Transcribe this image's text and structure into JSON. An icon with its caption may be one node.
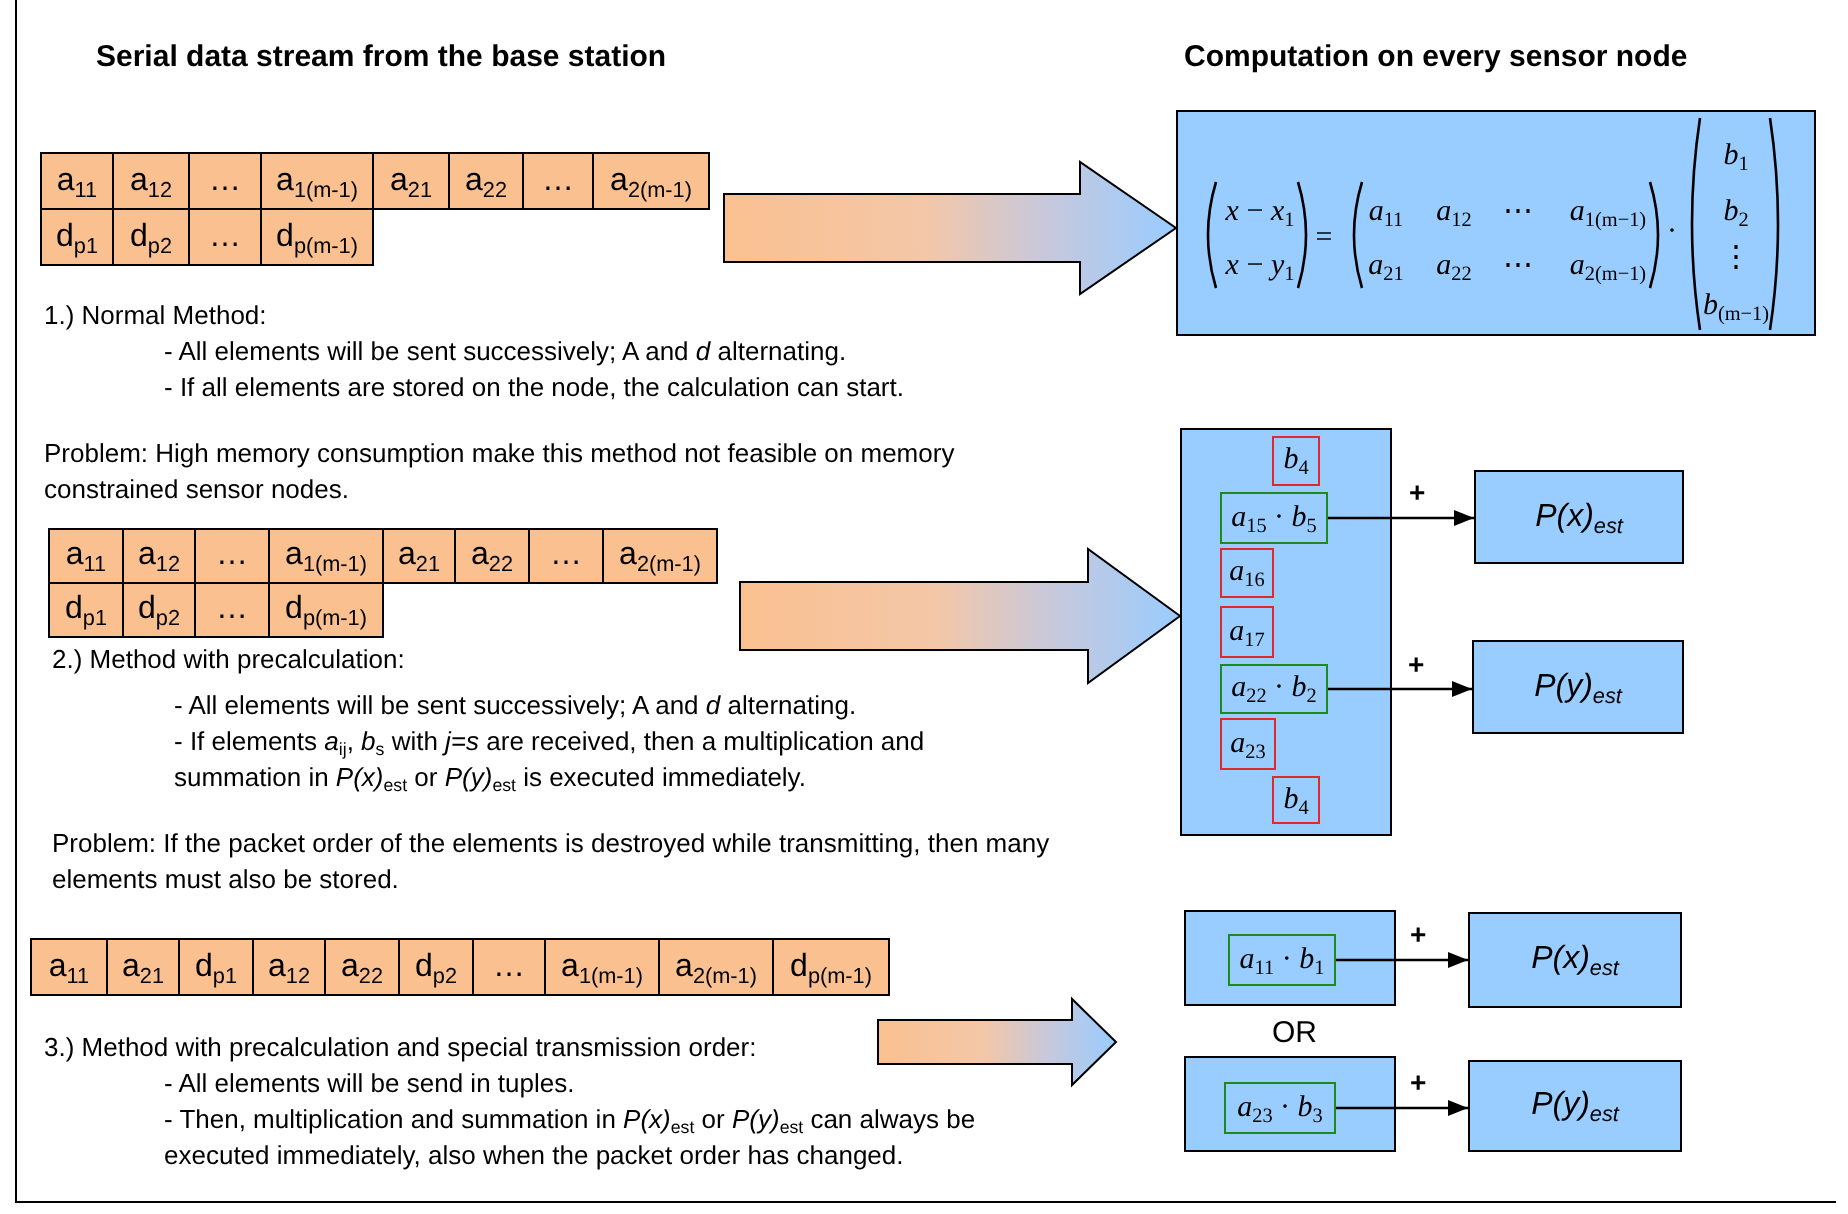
{
  "diagram": {
    "nodes": [
      {
        "text": [
          "a$_{11}$"
        ]
      },
      {
        "text": [
          "a$_{12}$"
        ]
      },
      {
        "text": [
          "…"
        ]
      },
      {
        "text": [
          "a$_{1(m-1)}$"
        ]
      },
      {
        "text": [
          "a$_{21}$"
        ]
      },
      {
        "text": [
          "a$_{22}$"
        ]
      },
      {
        "text": [
          "…"
        ]
      },
      {
        "text": [
          "a$_{2(m-1)}$"
        ]
      },
      {
        "text": [
          "d$_{p1}$"
        ]
      },
      {
        "text": [
          "d$_{p2}$"
        ]
      },
      {
        "text": [
          "…"
        ]
      },
      {
        "text": [
          "d$_{p(m-1)}$"
        ]
      },
      {
        "text": [
          "*x* − *x*$_{1}$",
          "*x* − *y*$_{1}$",
          "=",
          "*a*$_{11}$",
          "*a*$_{12}$",
          "⋯",
          "*a*$_{1(m−1)}$",
          "*a*$_{21}$",
          "*a*$_{22}$",
          "⋯",
          "*a*$_{2(m−1)}$",
          "·",
          "*b*$_{1}$",
          "*b*$_{2}$",
          "⋮",
          "*b*$_{(m−1)}$"
        ]
      },
      {
        "text": [
          "a$_{11}$"
        ]
      },
      {
        "text": [
          "a$_{12}$"
        ]
      },
      {
        "text": [
          "…"
        ]
      },
      {
        "text": [
          "a$_{1(m-1)}$"
        ]
      },
      {
        "text": [
          "a$_{21}$"
        ]
      },
      {
        "text": [
          "a$_{22}$"
        ]
      },
      {
        "text": [
          "…"
        ]
      },
      {
        "text": [
          "a$_{2(m-1)}$"
        ]
      },
      {
        "text": [
          "d$_{p1}$"
        ]
      },
      {
        "text": [
          "d$_{p2}$"
        ]
      },
      {
        "text": [
          "…"
        ]
      },
      {
        "text": [
          "d$_{p(m-1)}$"
        ]
      },
      {
        "text": [],
        "shape": "box"
      },
      {
        "text": [
          "*b*$_{4}$"
        ],
        "in": 25
      },
      {
        "text": [
          "*a*$_{15}$ · *b*$_{5}$"
        ],
        "in": 25
      },
      {
        "text": [
          "*a*$_{16}$"
        ],
        "in": 25
      },
      {
        "text": [
          "*a*$_{17}$"
        ],
        "in": 25
      },
      {
        "text": [
          "*a*$_{22}$ · *b*$_{2}$"
        ],
        "in": 25
      },
      {
        "text": [
          "*a*$_{23}$"
        ],
        "in": 25
      },
      {
        "text": [
          "*b*$_{4}$"
        ],
        "in": 25
      },
      {
        "text": [
          "P(x)$_{est}$"
        ]
      },
      {
        "text": [
          "P(y)$_{est}$"
        ]
      },
      {
        "text": [
          "a$_{11}$"
        ]
      },
      {
        "text": [
          "a$_{21}$"
        ]
      },
      {
        "text": [
          "d$_{p1}$"
        ]
      },
      {
        "text": [
          "a$_{12}$"
        ]
      },
      {
        "text": [
          "a$_{22}$"
        ]
      },
      {
        "text": [
          "d$_{p2}$"
        ]
      },
      {
        "text": [
          "…"
        ]
      },
      {
        "text": [
          "a$_{1(m-1)}$"
        ]
      },
      {
        "text": [
          "a$_{2(m-1)}$"
        ]
      },
      {
        "text": [
          "d$_{p(m-1)}$"
        ]
      },
      {
        "text": [],
        "shape": "box"
      },
      {
        "text": [
          "*a*$_{11}$ · *b*$_{1}$"
        ],
        "in": 45
      },
      {
        "text": [
          "P(x)$_{est}$"
        ]
      },
      {
        "text": [],
        "shape": "box"
      },
      {
        "text": [
          "*a*$_{23}$ · *b*$_{3}$"
        ],
        "in": 48
      },
      {
        "text": [
          "P(y)$_{est}$"
        ]
      }
    ],
    "edges": [
      {
        "from": null,
        "to": 12,
        "arrow": "to",
        "style": "thick"
      },
      {
        "from": null,
        "to": 25,
        "arrow": "to",
        "style": "thick"
      },
      {
        "from": 27,
        "to": 33,
        "arrow": "to",
        "label": "+"
      },
      {
        "from": 30,
        "to": 34,
        "arrow": "to",
        "label": "+"
      },
      {
        "from": 46,
        "to": 47,
        "arrow": "to",
        "label": "+"
      },
      {
        "from": 49,
        "to": 50,
        "arrow": "to",
        "label": "+"
      }
    ],
    "labels": [
      "Serial data stream from the base station",
      "Computation on every sensor node",
      "1.) Normal Method:",
      "- All elements will be sent successively; A and *d* alternating.",
      "- If all elements are stored on the node, the calculation can start.",
      "Problem: High memory consumption make this method not feasible on memory constrained sensor nodes.",
      "2.) Method with precalculation:",
      "- All elements will be sent successively; A and *d* alternating.",
      "- If elements *a*$_{ij}$, *b*$_{s}$ with *j=s* are received, then a multiplication and summation in *P(x)*$_{est}$ or *P(y)*$_{est}$ is executed immediately.",
      "Problem: If the packet order of the elements is destroyed while transmitting, then many elements must also be stored.",
      "3.) Method with precalculation and special transmission order:",
      "- All elements will be send in tuples.",
      "- Then, multiplication and summation in *P(x)*$_{est}$ or *P(y)*$_{est}$ can always be executed immediately, also when the packet order has changed.",
      "OR"
    ]
  }
}
